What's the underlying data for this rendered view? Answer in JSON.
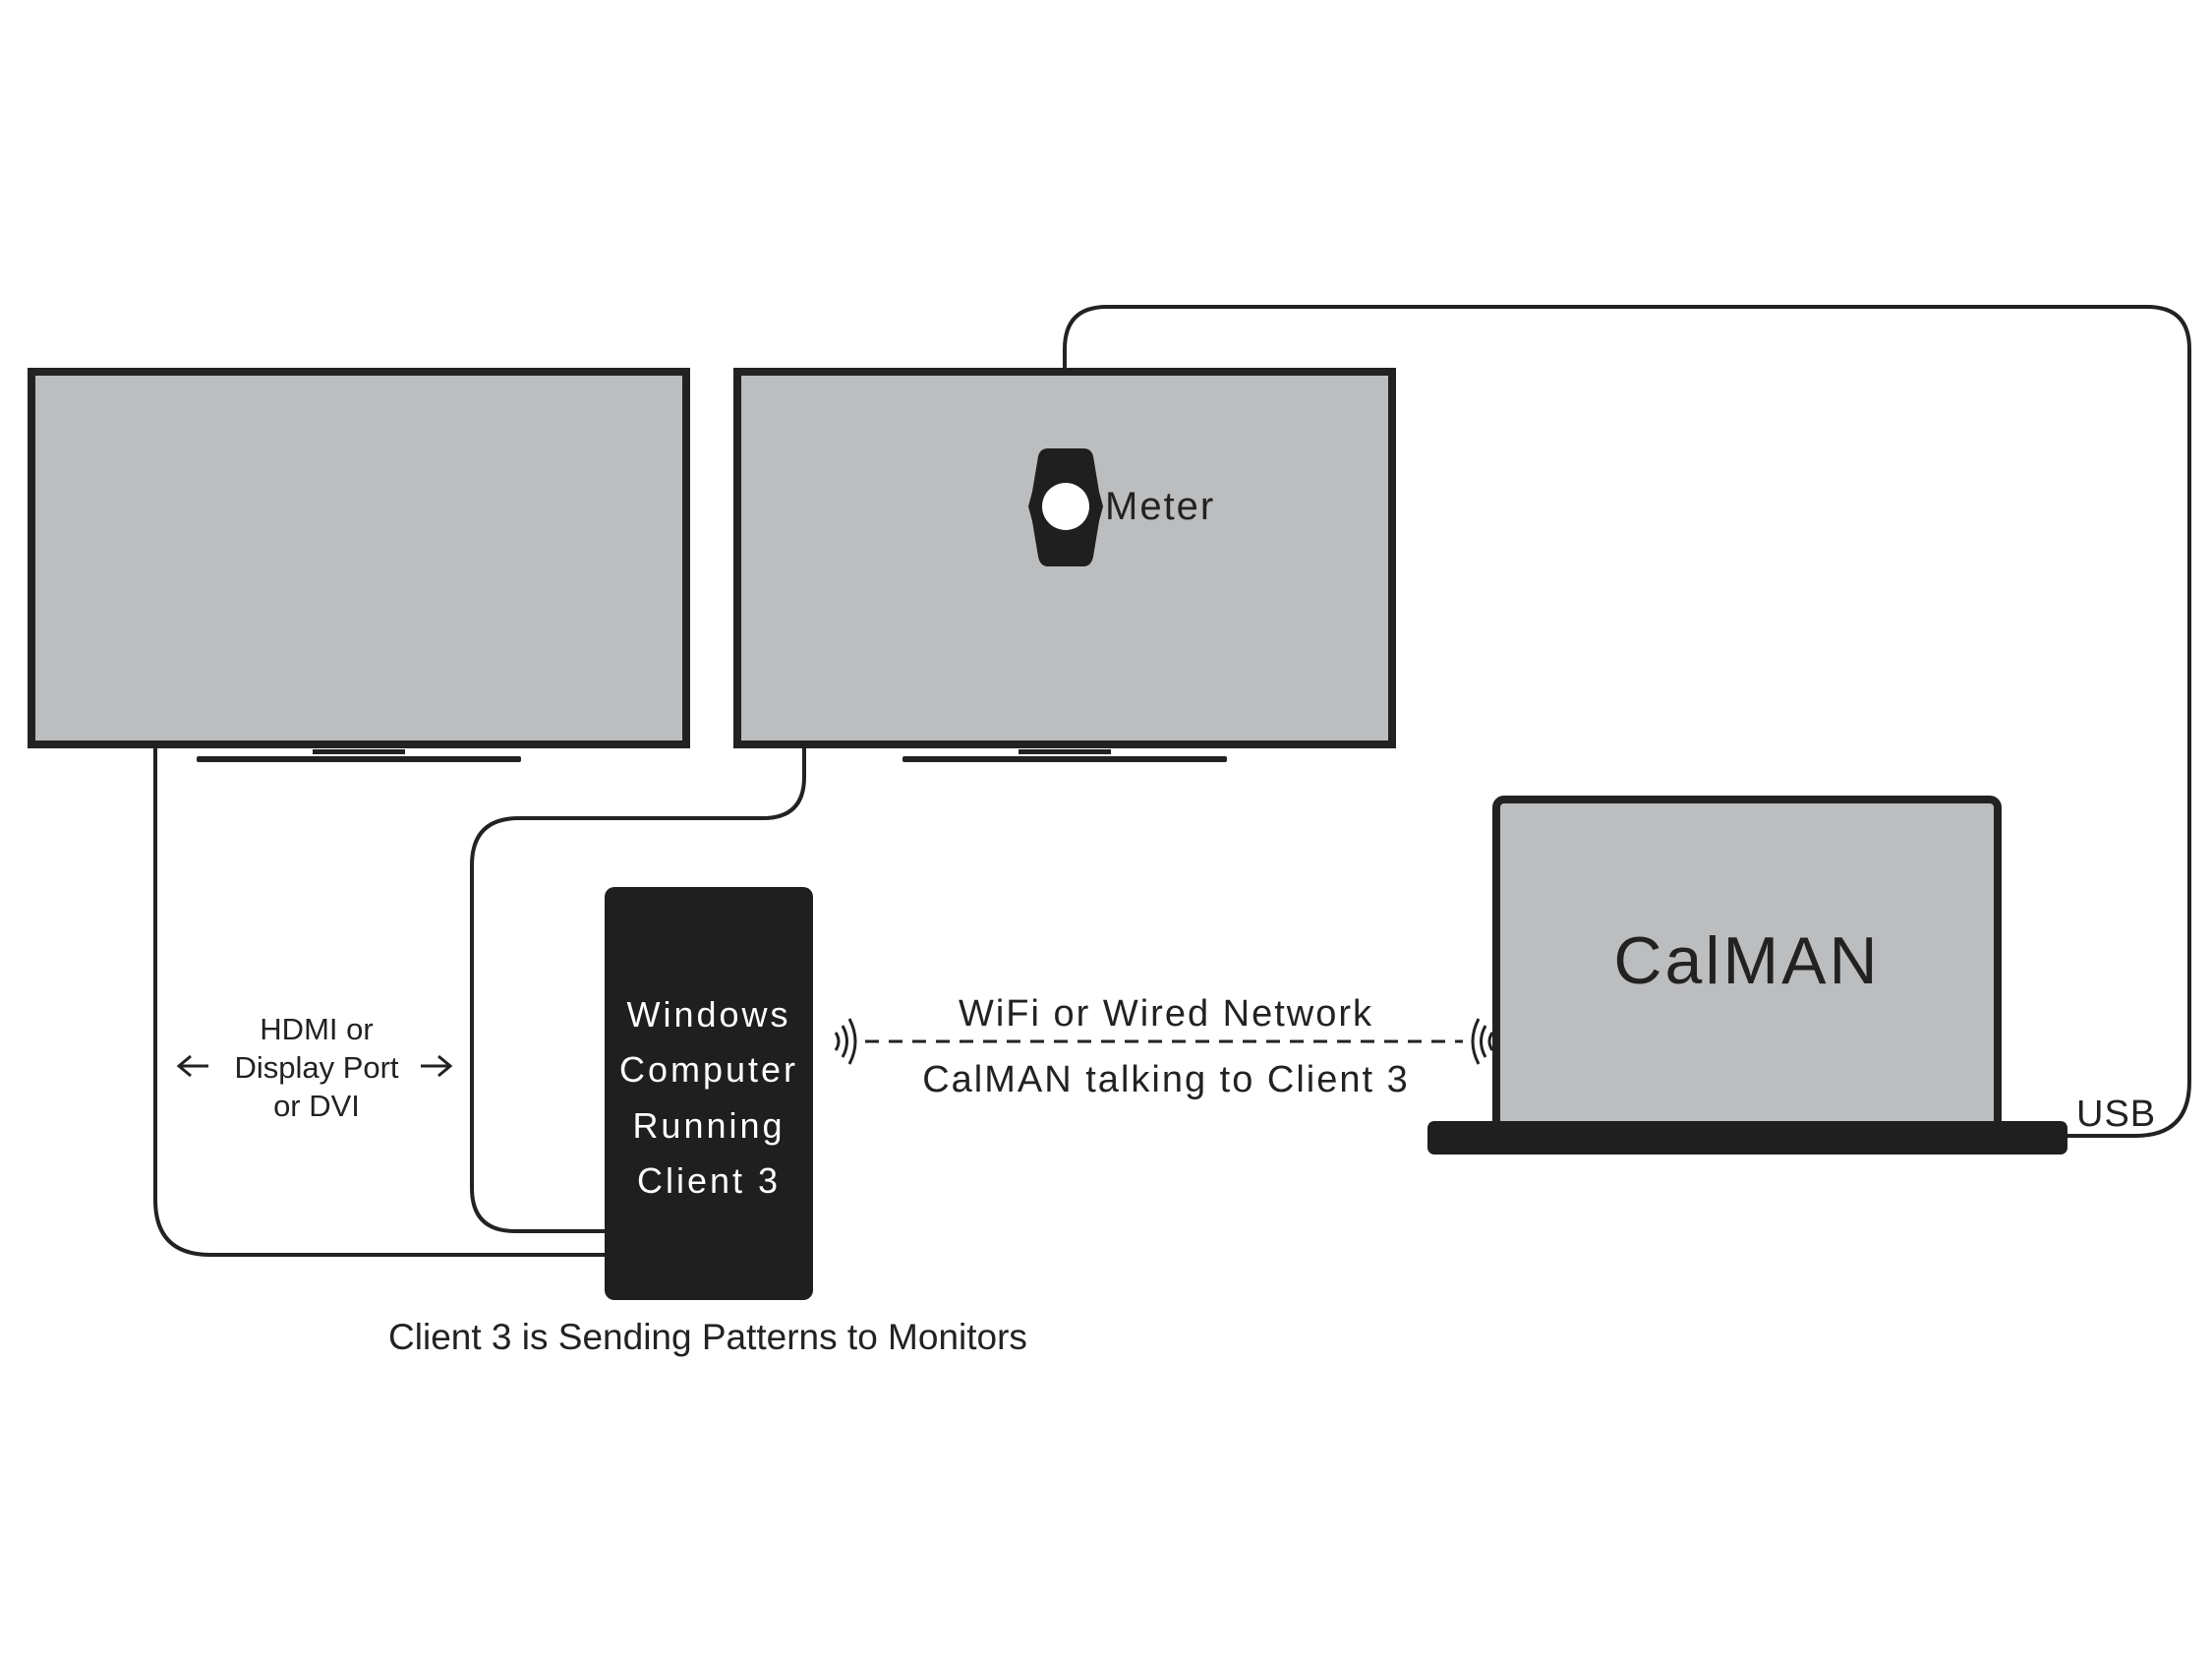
{
  "colors": {
    "background": "#ffffff",
    "line": "#222222",
    "screen_fill": "#bcbdbf",
    "device_fill": "#1f1f1f",
    "text": "#222222",
    "text_inverse": "#ffffff"
  },
  "meter": {
    "label": "Meter"
  },
  "laptop": {
    "screen_label": "CalMAN"
  },
  "connections": {
    "usb_label": "USB",
    "video_label_lines": [
      "HDMI or",
      "Display Port",
      "or DVI"
    ],
    "network_label": "WiFi or Wired Network",
    "network_sublabel": "CalMAN talking to Client 3"
  },
  "computer": {
    "label_lines": [
      "Windows",
      "Computer",
      "Running",
      "Client 3"
    ]
  },
  "caption": "Client 3 is Sending Patterns to Monitors"
}
